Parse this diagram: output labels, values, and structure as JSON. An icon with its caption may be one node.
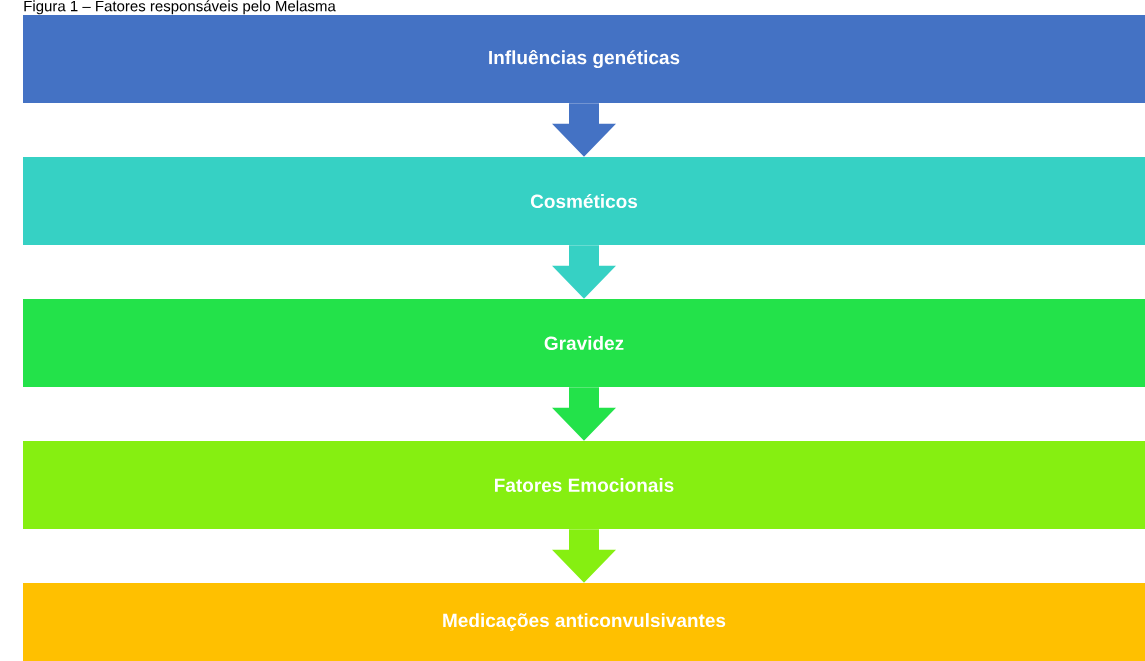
{
  "diagram": {
    "title": "Figura 1 – Fatores responsáveis pelo Melasma",
    "nodes": [
      {
        "text": [
          "Influências genéticas"
        ]
      },
      {
        "text": [
          "Cosméticos"
        ]
      },
      {
        "text": [
          "Gravidez"
        ]
      },
      {
        "text": [
          "Fatores Emocionais"
        ]
      },
      {
        "text": [
          "Medicações anticonvulsivantes"
        ]
      }
    ],
    "edges": [
      {
        "from": 0,
        "to": 1,
        "arrow": "to",
        "color": "#4472c4"
      },
      {
        "from": 1,
        "to": 2,
        "arrow": "to",
        "color": "#36d1c4"
      },
      {
        "from": 2,
        "to": 3,
        "arrow": "to",
        "color": "#23e24a"
      },
      {
        "from": 3,
        "to": 4,
        "arrow": "to",
        "color": "#86ef11"
      }
    ]
  }
}
